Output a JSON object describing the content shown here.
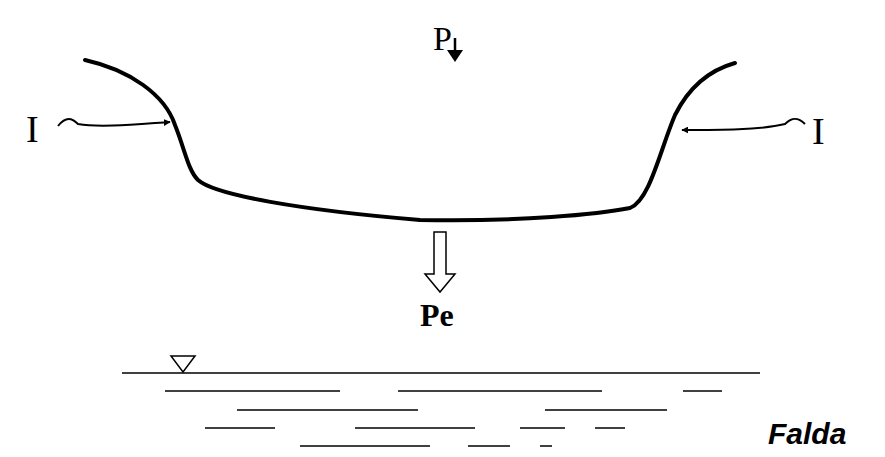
{
  "diagram": {
    "labels": [
      "P",
      "I",
      "I",
      "Pe",
      "Falda"
    ]
  }
}
